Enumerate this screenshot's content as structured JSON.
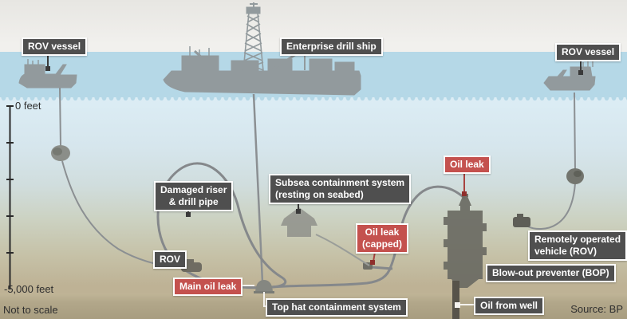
{
  "title": "Oil spill containment diagram",
  "colors": {
    "label_bg": "#4f4f4f",
    "leak_red": "#c4514e",
    "surface_water": "#b5d8e7",
    "seabed": "#b2a78a",
    "silhouette_gray": "#929a9d"
  },
  "depth_scale": {
    "top": "0 feet",
    "bottom": "-5,000 feet"
  },
  "labels": {
    "rov_vessel_left": "ROV vessel",
    "enterprise_drill_ship": "Enterprise drill ship",
    "rov_vessel_right": "ROV vessel",
    "damaged_riser": {
      "line1": "Damaged riser",
      "line2": "& drill pipe"
    },
    "rov": "ROV",
    "subsea": {
      "line1": "Subsea containment system",
      "line2": "(resting on seabed)"
    },
    "oil_leak_capped": {
      "line1": "Oil leak",
      "line2": "(capped)"
    },
    "oil_leak": "Oil leak",
    "remote_vehicle": {
      "line1": "Remotely operated",
      "line2": "vehicle (ROV)"
    },
    "bop": "Blow-out preventer (BOP)",
    "main_oil_leak": "Main oil leak",
    "top_hat": "Top hat containment system",
    "oil_from_well": "Oil from well"
  },
  "footer": {
    "not_to_scale": "Not to scale",
    "source": "Source: BP"
  }
}
